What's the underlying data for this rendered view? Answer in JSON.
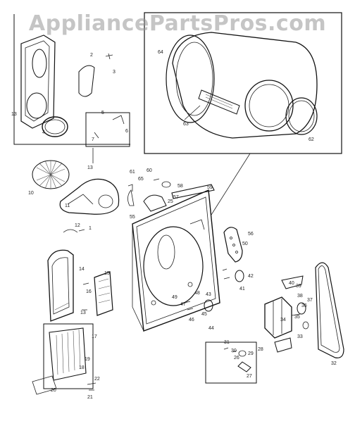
{
  "watermark": "AppliancePartsPros.com",
  "part_labels": [
    "2",
    "3",
    "13",
    "4",
    "5",
    "6",
    "7",
    "13",
    "10",
    "11",
    "12",
    "1",
    "15",
    "14",
    "16",
    "13",
    "17",
    "18",
    "19",
    "20",
    "21",
    "22",
    "64",
    "63",
    "62",
    "61",
    "60",
    "65",
    "57",
    "58",
    "59",
    "55",
    "56",
    "50",
    "49",
    "48",
    "47",
    "46",
    "45",
    "44",
    "43",
    "42",
    "41",
    "40",
    "39",
    "38",
    "37",
    "36",
    "35",
    "34",
    "33",
    "32",
    "31",
    "30",
    "29",
    "28",
    "27",
    "26",
    "25"
  ]
}
